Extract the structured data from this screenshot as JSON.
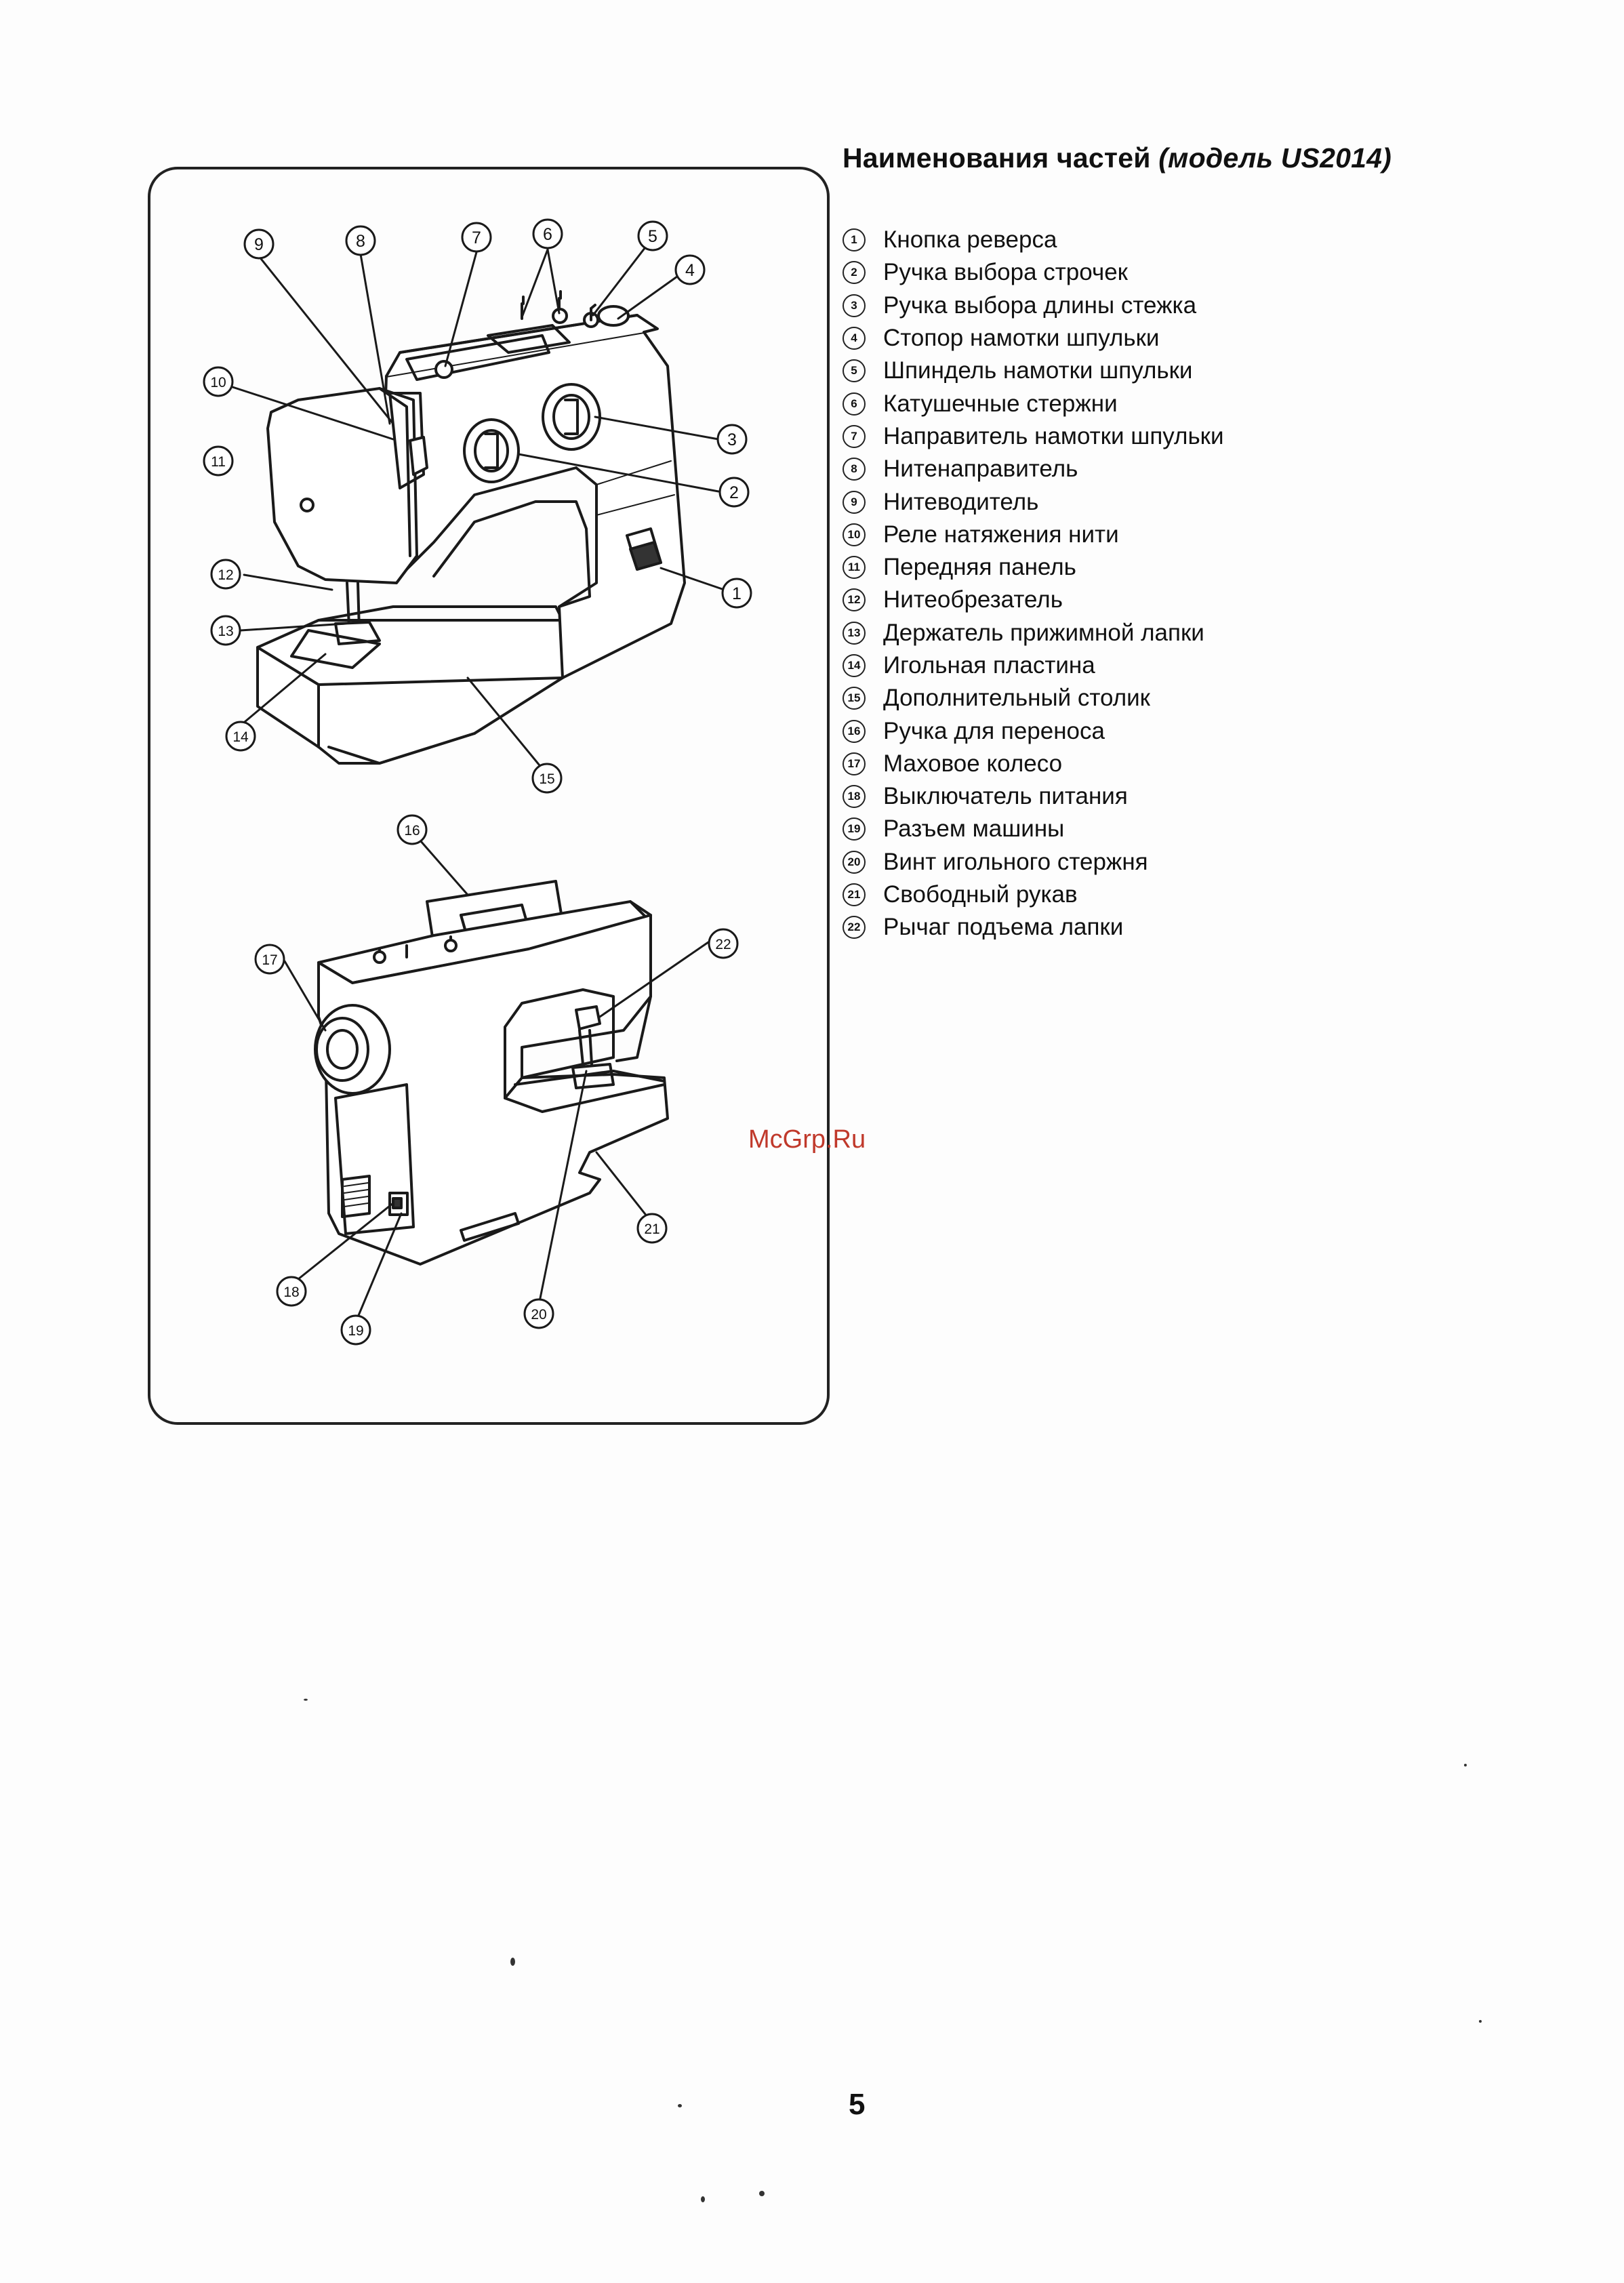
{
  "title": {
    "main": "Наименования частей",
    "model": "(модель US2014)"
  },
  "parts": [
    {
      "num": "1",
      "label": "Кнопка реверса"
    },
    {
      "num": "2",
      "label": "Ручка выбора строчек"
    },
    {
      "num": "3",
      "label": "Ручка  выбора длины стежка"
    },
    {
      "num": "4",
      "label": "Стопор намотки шпульки"
    },
    {
      "num": "5",
      "label": "Шпиндель намотки шпульки"
    },
    {
      "num": "6",
      "label": "Катушечные стержни"
    },
    {
      "num": "7",
      "label": "Направитель намотки шпульки"
    },
    {
      "num": "8",
      "label": "Нитенаправитель"
    },
    {
      "num": "9",
      "label": "Нитеводитель"
    },
    {
      "num": "10",
      "label": "Реле натяжения нити"
    },
    {
      "num": "11",
      "label": "Передняя панель"
    },
    {
      "num": "12",
      "label": "Нитеобрезатель"
    },
    {
      "num": "13",
      "label": "Держатель прижимной лапки"
    },
    {
      "num": "14",
      "label": "Игольная пластина"
    },
    {
      "num": "15",
      "label": "Дополнительный столик"
    },
    {
      "num": "16",
      "label": "Ручка для переноса"
    },
    {
      "num": "17",
      "label": "Маховое колесо"
    },
    {
      "num": "18",
      "label": "Выключатель питания"
    },
    {
      "num": "19",
      "label": "Разъем машины"
    },
    {
      "num": "20",
      "label": "Винт игольного стержня"
    },
    {
      "num": "21",
      "label": "Свободный рукав"
    },
    {
      "num": "22",
      "label": "Рычаг подъема лапки"
    }
  ],
  "watermark": "McGrp.Ru",
  "page_number": "5"
}
